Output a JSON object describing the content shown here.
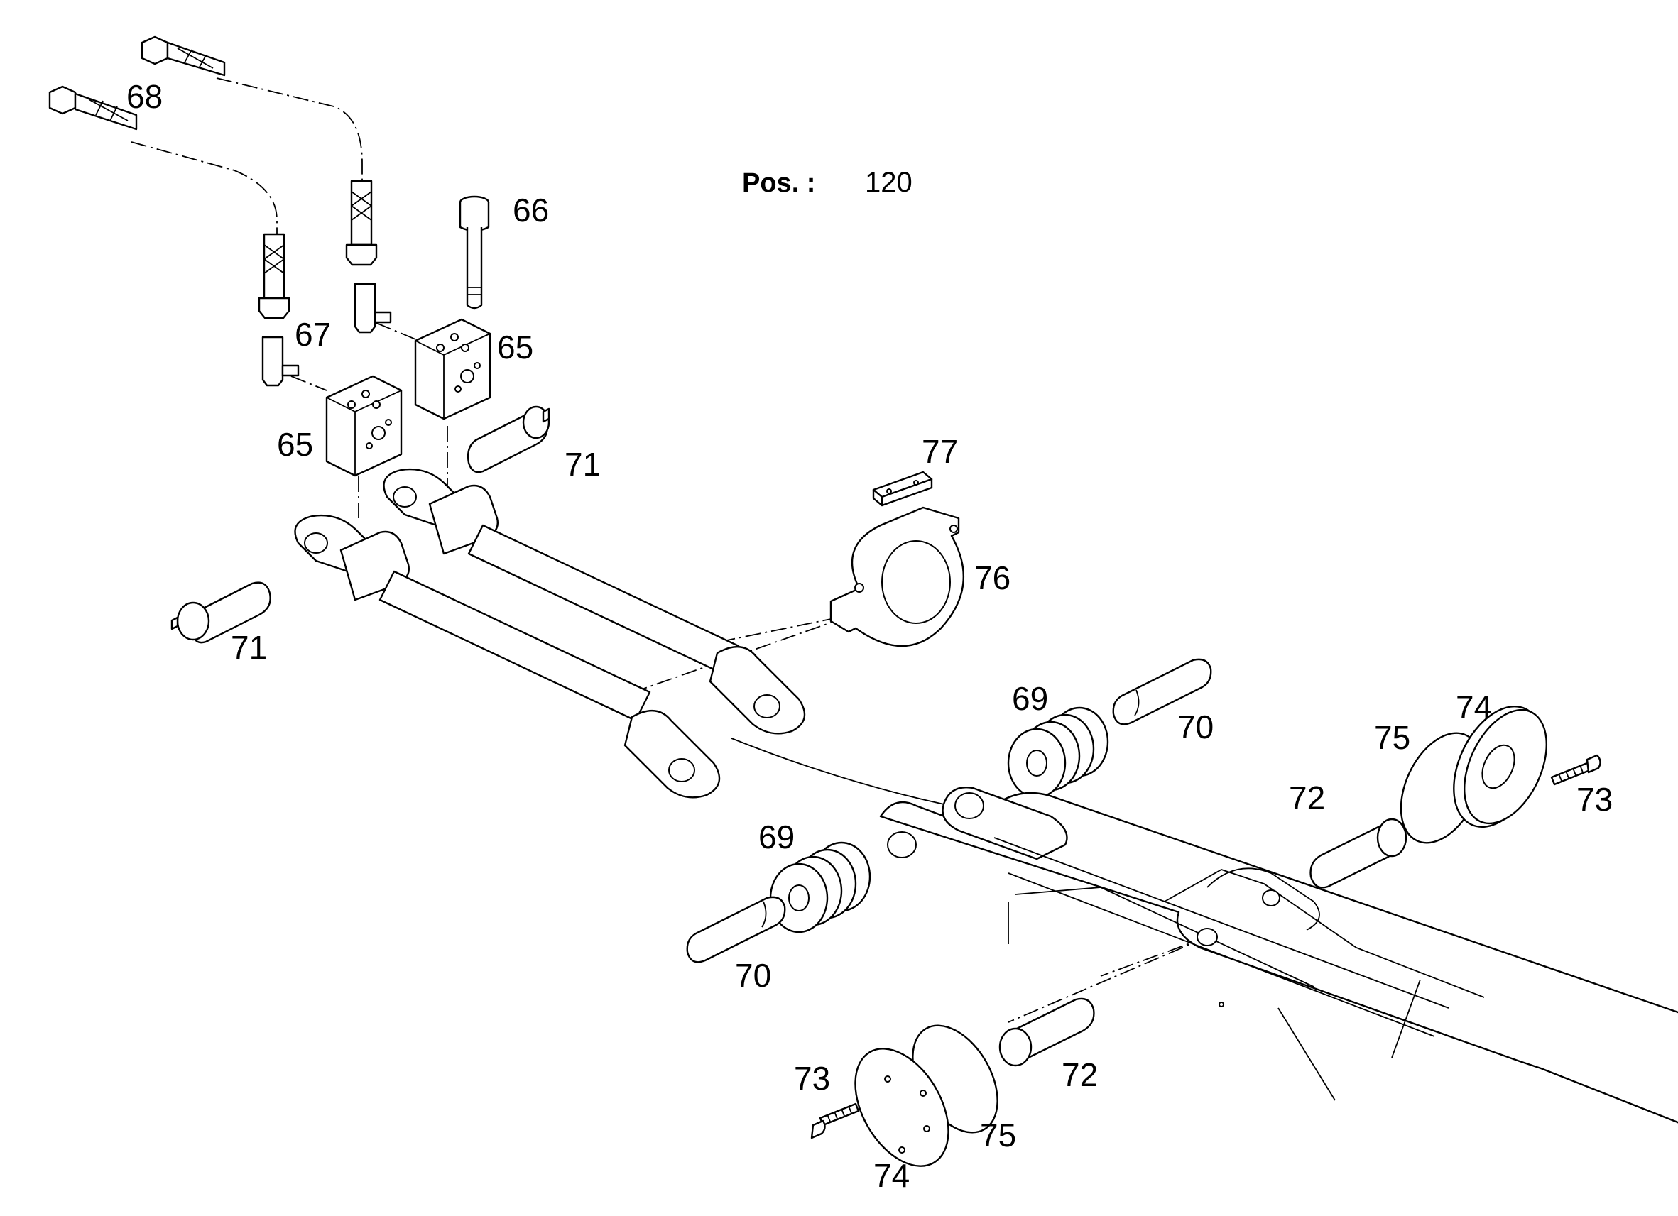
{
  "header": {
    "pos_label": "Pos. :",
    "pos_value": "120"
  },
  "callouts": {
    "c65a": "65",
    "c65b": "65",
    "c66": "66",
    "c67": "67",
    "c68": "68",
    "c69a": "69",
    "c69b": "69",
    "c70a": "70",
    "c70b": "70",
    "c71a": "71",
    "c71b": "71",
    "c72a": "72",
    "c72b": "72",
    "c73a": "73",
    "c73b": "73",
    "c74a": "74",
    "c74b": "74",
    "c75a": "75",
    "c75b": "75",
    "c76": "76",
    "c77": "77"
  }
}
